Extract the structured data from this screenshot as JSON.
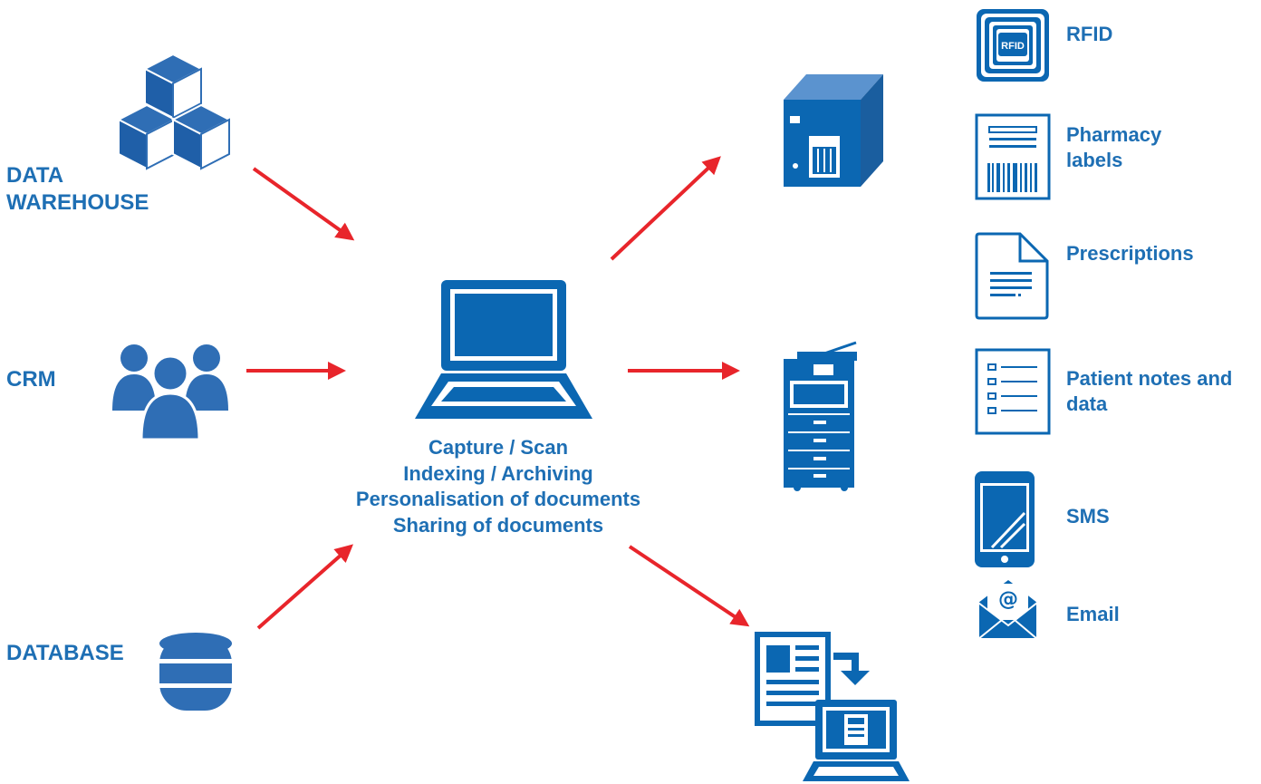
{
  "sources": {
    "data_warehouse": "DATA\nWAREHOUSE",
    "crm": "CRM",
    "database": "DATABASE"
  },
  "center": {
    "lines": [
      "Capture / Scan",
      "Indexing / Archiving",
      "Personalisation of documents",
      "Sharing of documents"
    ]
  },
  "outputs": {
    "rfid": "RFID",
    "pharmacy_labels": "Pharmacy\nlabels",
    "prescriptions": "Prescriptions",
    "patient_notes": "Patient notes and\ndata",
    "sms": "SMS",
    "email": "Email"
  },
  "icon_text": {
    "rfid_chip": "RFID",
    "email_at": "@"
  },
  "colors": {
    "brand": "#1e6fb4",
    "arrow": "#e8252b"
  }
}
